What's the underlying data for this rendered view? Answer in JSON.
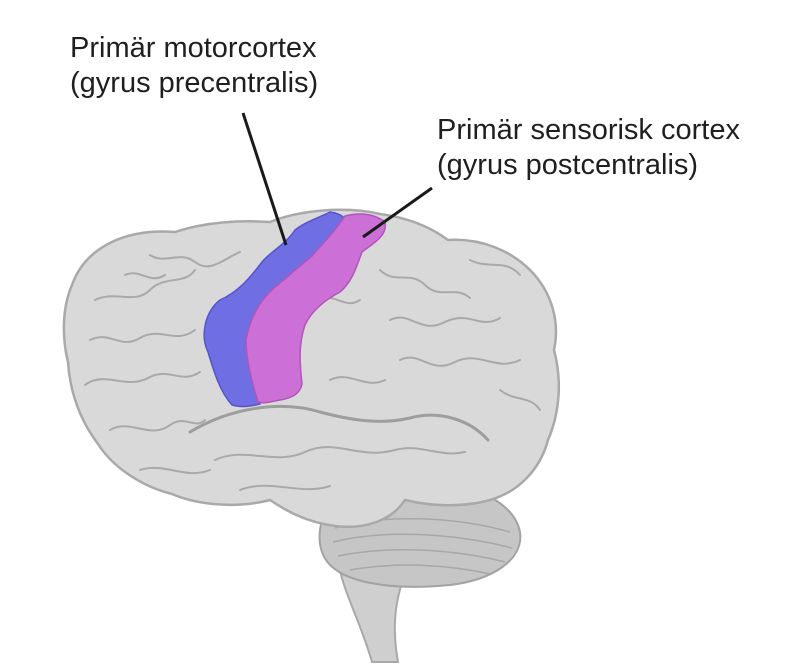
{
  "labels": {
    "motor": {
      "line1": "Primär motorcortex",
      "line2": "(gyrus precentralis)"
    },
    "sensory": {
      "line1": "Primär sensorisk cortex",
      "line2": "(gyrus postcentralis)"
    }
  },
  "colors": {
    "background": "#ffffff",
    "brain_fill": "#d9d9d9",
    "brain_outline": "#a9a9a9",
    "cerebellum_fill": "#c6c6c6",
    "motor_cortex": "#6f6fe3",
    "sensory_cortex": "#cc6fd6",
    "leader_line": "#1a1a1a"
  }
}
